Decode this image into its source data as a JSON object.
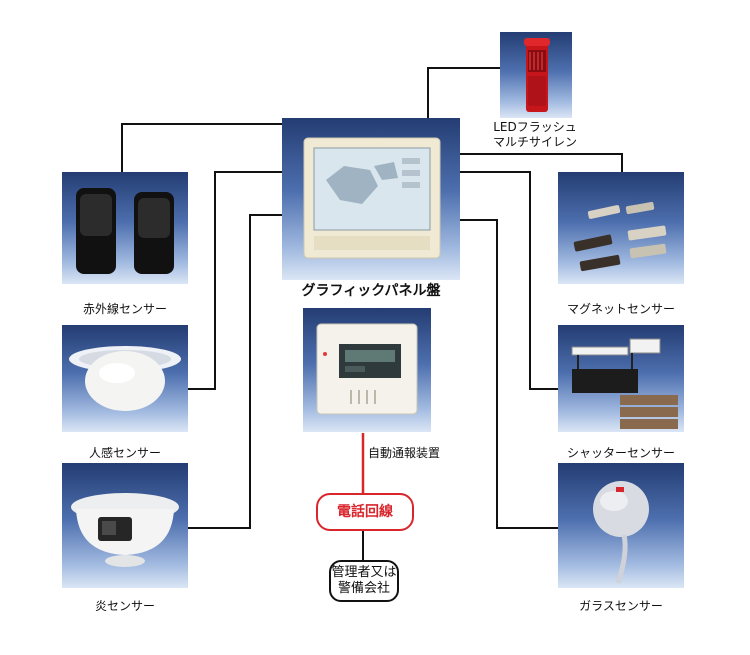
{
  "devices": {
    "siren": {
      "label_line1": "LEDフラッシュ",
      "label_line2": "マルチサイレン"
    },
    "panel": {
      "label": "グラフィックパネル盤"
    },
    "auto_dialer": {
      "label": "自動通報装置"
    },
    "infrared": {
      "label": "赤外線センサー"
    },
    "human": {
      "label": "人感センサー"
    },
    "flame": {
      "label": "炎センサー"
    },
    "magnet": {
      "label": "マグネットセンサー"
    },
    "shutter": {
      "label": "シャッターセンサー"
    },
    "glass": {
      "label": "ガラスセンサー"
    }
  },
  "phone_line": {
    "label": "電話回線"
  },
  "recipient": {
    "line1": "管理者又は",
    "line2": "警備会社"
  },
  "colors": {
    "wire": "#111111",
    "phone_wire": "#d9262c",
    "photo_top": "#243d73",
    "photo_bottom": "#dbe6f5"
  }
}
